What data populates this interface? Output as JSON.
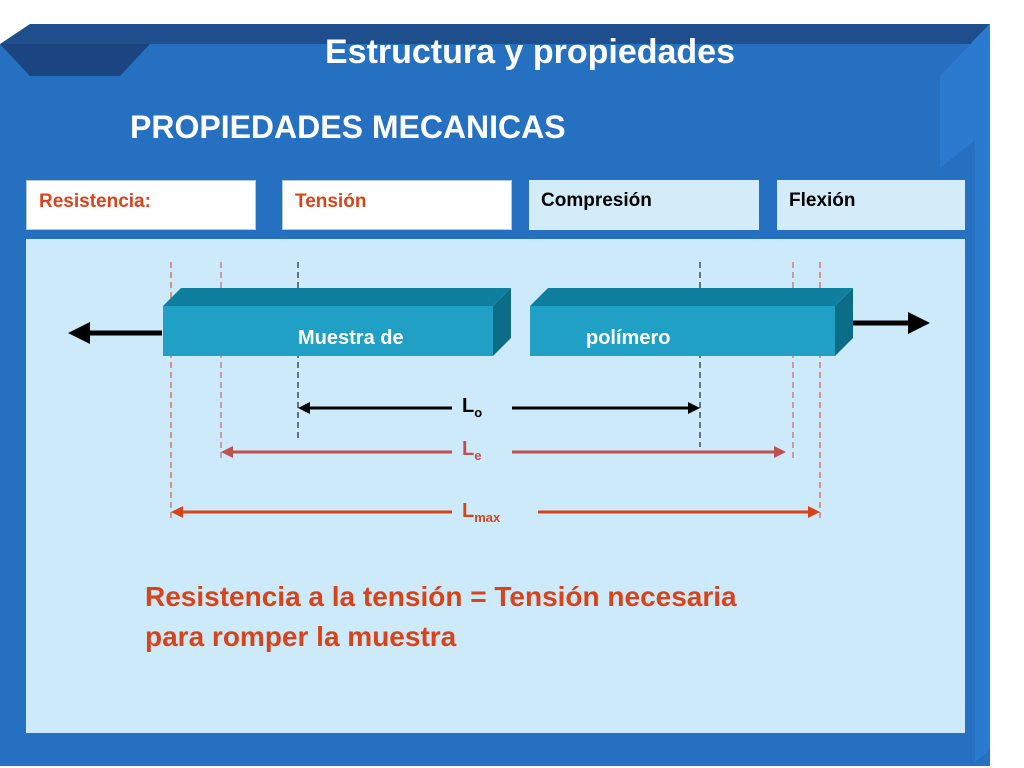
{
  "header": {
    "title": "Estructura y propiedades",
    "subtitle": "PROPIEDADES MECANICAS"
  },
  "tabs": [
    {
      "label": "Resistencia:",
      "color": "#d9431a"
    },
    {
      "label": "Tensión",
      "color": "#d9431a"
    },
    {
      "label": "Compresión",
      "color": "#000000"
    },
    {
      "label": "Flexión",
      "color": "#000000"
    }
  ],
  "diagram": {
    "sample_label_left": "Muestra de",
    "sample_label_right": "polímero",
    "lengths": [
      {
        "symbol": "L",
        "subscript": "o",
        "color": "#000000"
      },
      {
        "symbol": "L",
        "subscript": "e",
        "color": "#c0504d"
      },
      {
        "symbol": "L",
        "subscript": "max",
        "color": "#d9431a"
      }
    ]
  },
  "caption": {
    "line1": "Resistencia a la tensión = Tensión necesaria",
    "line2": "para romper la muestra"
  },
  "colors": {
    "frame_dark": "#1e4f8e",
    "frame_main": "#2670c2",
    "frame_right": "#2e83dc",
    "panel": "#cdeafa",
    "sample_front": "#1fa0c4",
    "sample_top": "#0f7f9f",
    "accent_red": "#d9431a"
  }
}
